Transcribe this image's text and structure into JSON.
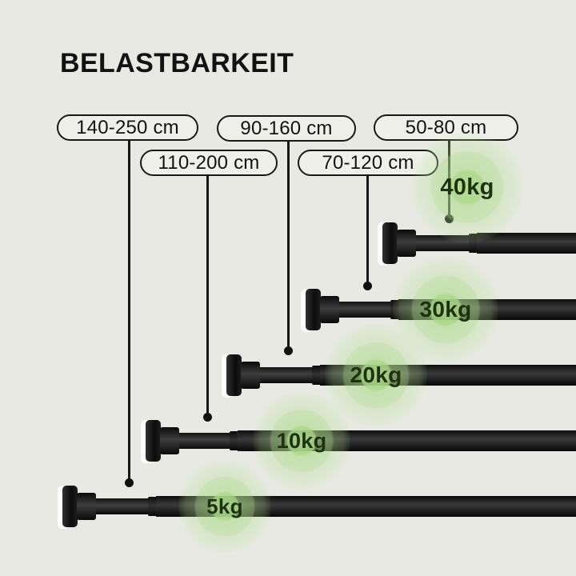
{
  "title": "BELASTBARKEIT",
  "colors": {
    "background": "#e7e9e2",
    "glow_green": "#abd789",
    "capacity_text": "#1e3212",
    "rod_black": "#141414",
    "pill_fill": "#eef0e9",
    "outline": "#161616"
  },
  "rods": [
    {
      "length_label": "50-80 cm",
      "capacity_label": "40kg"
    },
    {
      "length_label": "70-120 cm",
      "capacity_label": "30kg"
    },
    {
      "length_label": "90-160 cm",
      "capacity_label": "20kg"
    },
    {
      "length_label": "110-200 cm",
      "capacity_label": "10kg"
    },
    {
      "length_label": "140-250 cm",
      "capacity_label": "5kg"
    }
  ]
}
